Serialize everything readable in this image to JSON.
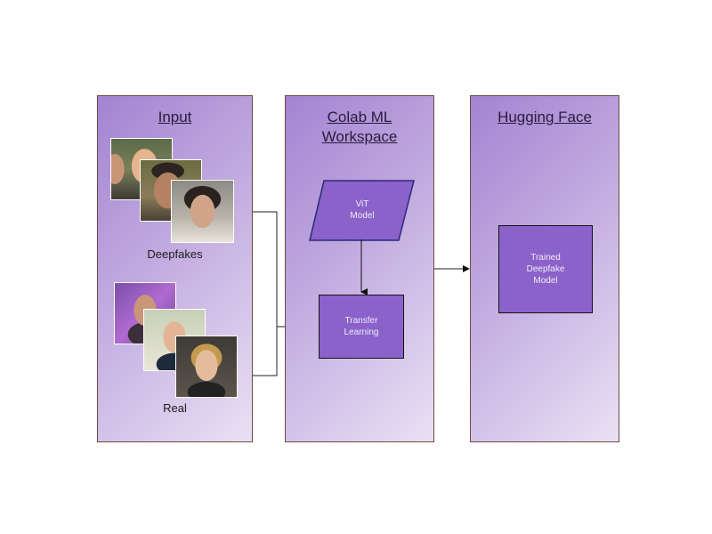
{
  "panels": {
    "input": {
      "title": "Input",
      "deepfakes_label": "Deepfakes",
      "real_label": "Real"
    },
    "colab": {
      "title": "Colab ML\nWorkspace",
      "vit_model": "ViT\nModel",
      "transfer_learning": "Transfer\nLearning"
    },
    "hugging_face": {
      "title": "Hugging Face",
      "trained_model": "Trained\nDeepfake\nModel"
    }
  },
  "colors": {
    "box_fill": "#8a62c9",
    "panel_gradient_start": "#a383d1",
    "panel_gradient_end": "#e9e1f4"
  }
}
